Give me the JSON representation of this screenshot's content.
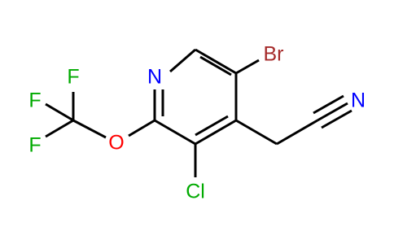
{
  "atoms": {
    "br": "Br",
    "n_ring": "N",
    "n_nitrile": "N",
    "o": "O",
    "cl": "Cl",
    "f1": "F",
    "f2": "F",
    "f3": "F"
  },
  "colors": {
    "bond": "#000000",
    "br": "#a52a2a",
    "n": "#0000ff",
    "o": "#ff0000",
    "cl": "#00aa00",
    "f": "#00aa00"
  }
}
